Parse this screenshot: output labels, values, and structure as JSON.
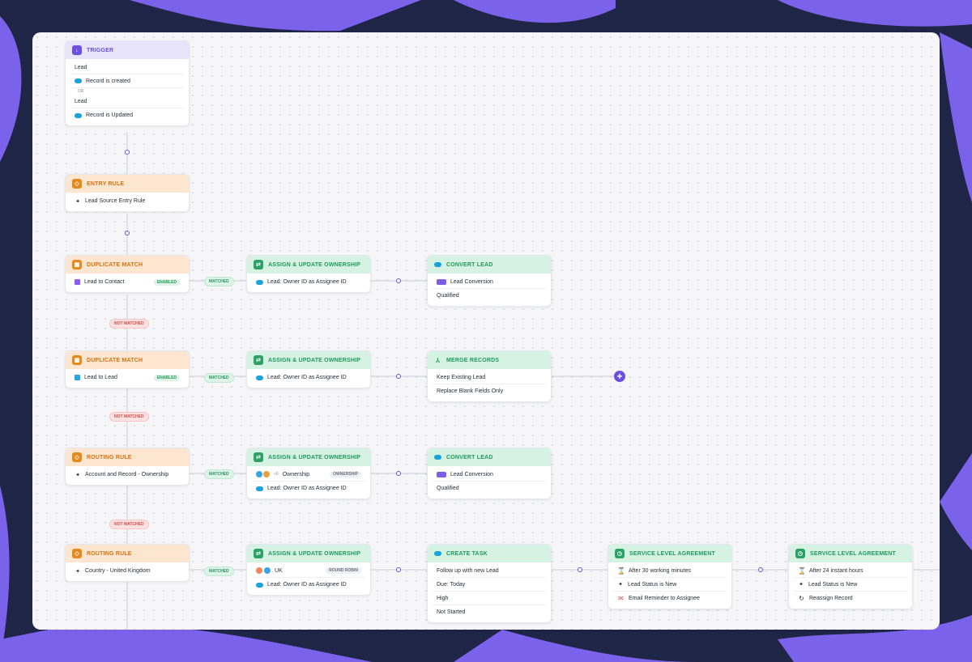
{
  "colors": {
    "accent": "#6a4fe0",
    "trigger": "#e7e4fb",
    "rule": "#fde6cf",
    "action": "#d6f2e2",
    "matched": "#1f9a5a",
    "not_matched": "#d24a4a"
  },
  "trigger": {
    "title": "TRIGGER",
    "obj1": "Lead",
    "event1": "Record is created",
    "or": "OR",
    "obj2": "Lead",
    "event2": "Record is Updated"
  },
  "entry": {
    "title": "ENTRY RULE",
    "rule": "Lead Source Entry Rule"
  },
  "dup1": {
    "title": "DUPLICATE MATCH",
    "label": "Lead to Contact",
    "badge": "ENABLED"
  },
  "dup2": {
    "title": "DUPLICATE MATCH",
    "label": "Lead to Lead",
    "badge": "ENABLED"
  },
  "route1": {
    "title": "ROUTING RULE",
    "label": "Account and Record - Ownership"
  },
  "route2": {
    "title": "ROUTING RULE",
    "label": "Country - United Kingdom"
  },
  "assign1": {
    "title": "ASSIGN & UPDATE OWNERSHIP",
    "row": "Lead: Owner ID as Assignee ID"
  },
  "assign2": {
    "title": "ASSIGN & UPDATE OWNERSHIP",
    "row": "Lead: Owner ID as Assignee ID"
  },
  "assign3": {
    "title": "ASSIGN & UPDATE OWNERSHIP",
    "extra": "+6",
    "group": "Ownership",
    "badge": "OWNERSHIP",
    "row": "Lead: Owner ID as Assignee ID"
  },
  "assign4": {
    "title": "ASSIGN & UPDATE OWNERSHIP",
    "group": "UK",
    "badge": "ROUND ROBIN",
    "row": "Lead: Owner ID as Assignee ID"
  },
  "convert1": {
    "title": "CONVERT LEAD",
    "row1": "Lead Conversion",
    "row2": "Qualified"
  },
  "convert2": {
    "title": "CONVERT LEAD",
    "row1": "Lead Conversion",
    "row2": "Qualified"
  },
  "merge": {
    "title": "MERGE RECORDS",
    "row1": "Keep Existing Lead",
    "row2": "Replace Blank Fields Only"
  },
  "task": {
    "title": "CREATE TASK",
    "row1": "Follow up with new Lead",
    "row2": "Due: Today",
    "row3": "High",
    "row4": "Not Started"
  },
  "sla1": {
    "title": "SERVICE LEVEL AGREEMENT",
    "row1": "After 30 working minutes",
    "row2": "Lead Status is New",
    "row3": "Email Reminder to Assignee"
  },
  "sla2": {
    "title": "SERVICE LEVEL AGREEMENT",
    "row1": "After 24 instant hours",
    "row2": "Lead Status is New",
    "row3": "Reassign Record"
  },
  "labels": {
    "matched": "MATCHED",
    "not_matched": "NOT MATCHED",
    "add": "+"
  },
  "icons": [
    "trigger-icon",
    "diamond-icon",
    "grid-icon",
    "assign-icon",
    "salesforce-cloud-icon",
    "merge-icon",
    "timer-icon",
    "hourglass-icon",
    "sparkle-icon",
    "gmail-icon",
    "reassign-icon",
    "plus-icon"
  ]
}
